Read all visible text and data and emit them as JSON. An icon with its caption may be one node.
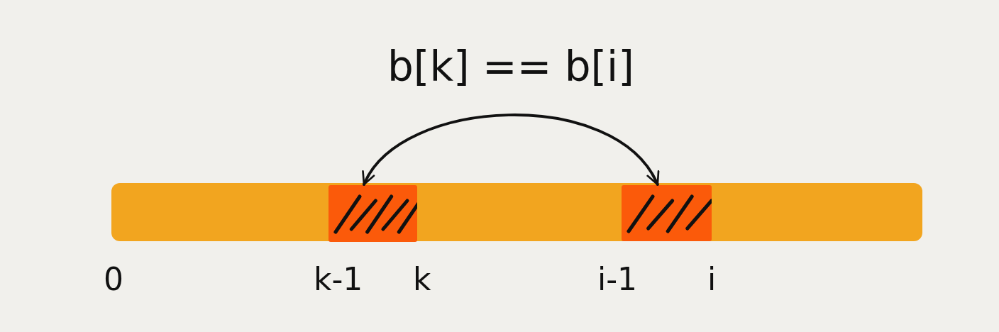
{
  "diagram": {
    "nodes": [
      {
        "text": [],
        "shape": "box"
      },
      {
        "text": [],
        "shape": "box"
      }
    ],
    "edges": [
      {
        "from": 0,
        "to": 1,
        "arrow": "both",
        "label": "b[k] == b[i]"
      }
    ],
    "labels": [
      "0",
      "k-1",
      "k",
      "i-1",
      "i"
    ]
  }
}
